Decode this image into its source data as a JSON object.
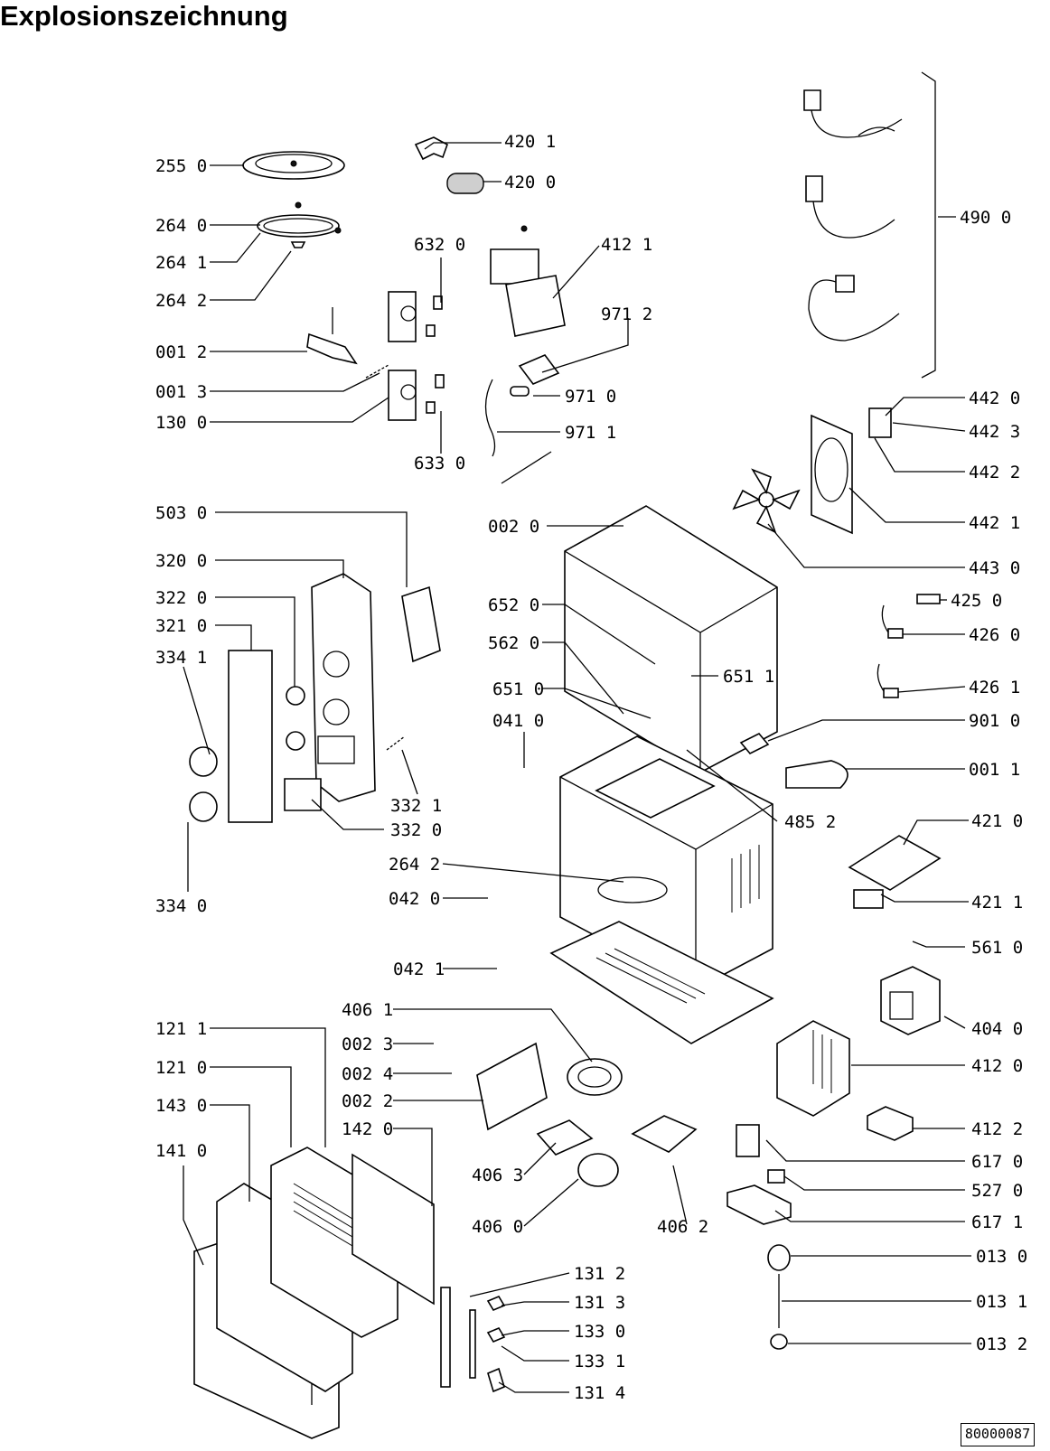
{
  "title": "Explosionszeichnung",
  "document_number": "80000087",
  "callouts": [
    "255 0",
    "264 0",
    "264 1",
    "264 2",
    "001 2",
    "001 3",
    "130 0",
    "632 0",
    "633 0",
    "420 1",
    "420 0",
    "412 1",
    "971 2",
    "971 0",
    "971 1",
    "490 0",
    "442 0",
    "442 3",
    "442 2",
    "442 1",
    "443 0",
    "425 0",
    "426 0",
    "426 1",
    "503 0",
    "320 0",
    "322 0",
    "321 0",
    "334 1",
    "332 1",
    "332 0",
    "334 0",
    "002 0",
    "652 0",
    "562 0",
    "651 1",
    "651 0",
    "041 0",
    "901 0",
    "001 1",
    "485 2",
    "421 0",
    "421 1",
    "264 2",
    "042 0",
    "042 1",
    "561 0",
    "404 0",
    "412 0",
    "412 2",
    "406 1",
    "002 3",
    "002 4",
    "002 2",
    "121 1",
    "121 0",
    "143 0",
    "141 0",
    "142 0",
    "406 3",
    "406 0",
    "406 2",
    "617 0",
    "527 0",
    "617 1",
    "013 0",
    "013 1",
    "013 2",
    "131 2",
    "131 3",
    "133 0",
    "133 1",
    "131 4"
  ]
}
